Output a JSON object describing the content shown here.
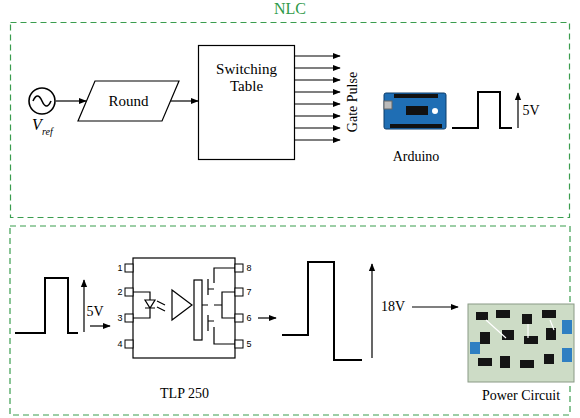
{
  "diagram": {
    "nodes": [
      {
        "text": [
          "NLC"
        ]
      },
      {
        "text": [
          "V",
          "ref"
        ],
        "in": 0
      },
      {
        "text": [
          "Round"
        ],
        "in": 0
      },
      {
        "text": [
          "Switching Table"
        ],
        "in": 0
      },
      {
        "text": [
          "Arduino"
        ],
        "in": 0
      },
      {
        "text": [
          "TLP 250"
        ]
      },
      {
        "text": [
          "Power Circuit"
        ]
      }
    ],
    "edges": [
      {
        "from": 1,
        "to": 2,
        "arrow": "to"
      },
      {
        "from": 2,
        "to": 3,
        "arrow": "to"
      }
    ],
    "labels": [
      "Gate Pulse",
      "5V",
      "5V",
      "18V",
      "1",
      "2",
      "3",
      "4",
      "8",
      "7",
      "6",
      "5"
    ]
  }
}
